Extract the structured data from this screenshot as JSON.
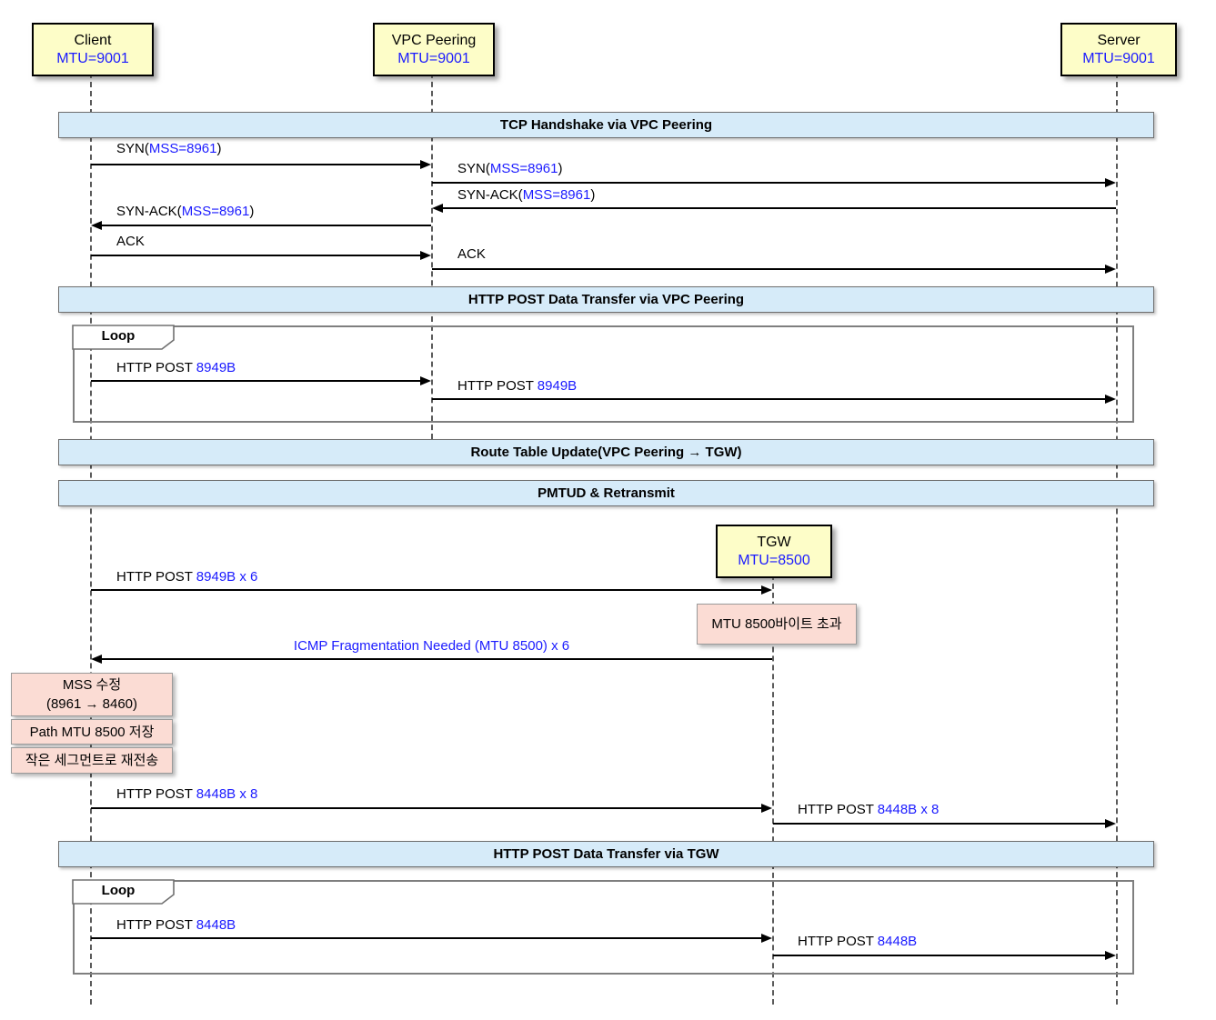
{
  "colors": {
    "value_blue": "#1b1bff",
    "actor_fill": "#FDFDC8",
    "divider_fill": "#D6EBF9",
    "note_fill": "#FBDCD4",
    "arrow_black": "#000000"
  },
  "actors": [
    {
      "name": "Client",
      "mtu": "MTU=9001"
    },
    {
      "name": "VPC Peering",
      "mtu": "MTU=9001"
    },
    {
      "name": "Server",
      "mtu": "MTU=9001"
    },
    {
      "name": "TGW",
      "mtu": "MTU=8500"
    }
  ],
  "dividers": [
    {
      "label": "TCP Handshake via VPC Peering"
    },
    {
      "label": "HTTP POST Data Transfer via VPC Peering"
    },
    {
      "label": "Route Table Update(VPC Peering → TGW)"
    },
    {
      "label": "PMTUD & Retransmit"
    },
    {
      "label": "HTTP POST Data Transfer via TGW"
    }
  ],
  "loops": [
    {
      "label": "Loop"
    },
    {
      "label": "Loop"
    }
  ],
  "messages": [
    {
      "pre": "SYN(",
      "val": "MSS=8961",
      "suf": ")"
    },
    {
      "pre": "SYN(",
      "val": "MSS=8961",
      "suf": ")"
    },
    {
      "pre": "SYN-ACK(",
      "val": "MSS=8961",
      "suf": ")"
    },
    {
      "pre": "SYN-ACK(",
      "val": "MSS=8961",
      "suf": ")"
    },
    {
      "pre": "ACK",
      "val": "",
      "suf": ""
    },
    {
      "pre": "ACK",
      "val": "",
      "suf": ""
    },
    {
      "pre": "HTTP POST ",
      "val": "8949B",
      "suf": ""
    },
    {
      "pre": "HTTP POST ",
      "val": "8949B",
      "suf": ""
    },
    {
      "pre": "HTTP POST ",
      "val": "8949B x 6",
      "suf": ""
    },
    {
      "pre": "",
      "val": "ICMP Fragmentation Needed (MTU 8500) x 6",
      "suf": ""
    },
    {
      "pre": "HTTP POST ",
      "val": "8448B x 8",
      "suf": ""
    },
    {
      "pre": "HTTP POST ",
      "val": "8448B x 8",
      "suf": ""
    },
    {
      "pre": "HTTP POST ",
      "val": "8448B",
      "suf": ""
    },
    {
      "pre": "HTTP POST ",
      "val": "8448B",
      "suf": ""
    }
  ],
  "notes": [
    {
      "line1": "MTU 8500바이트 초과",
      "line2": ""
    },
    {
      "line1": "MSS 수정",
      "line2": "(8961 → 8460)"
    },
    {
      "line1": "Path MTU 8500 저장",
      "line2": ""
    },
    {
      "line1": "작은 세그먼트로 재전송",
      "line2": ""
    }
  ]
}
